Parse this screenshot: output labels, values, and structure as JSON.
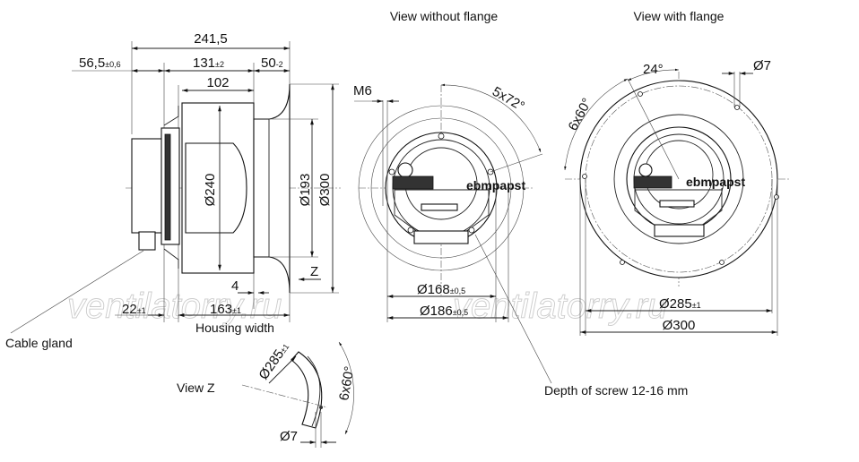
{
  "views": {
    "without_flange_title": "View without flange",
    "with_flange_title": "View with flange",
    "view_z_title": "View Z"
  },
  "side_view": {
    "overall_length": "241,5",
    "motor_protrusion": "56,5",
    "motor_protrusion_tol": "±0,6",
    "housing_depth": "131",
    "housing_depth_tol": "±2",
    "inlet_depth": "50",
    "inlet_depth_tol": "-2",
    "impeller_depth": "102",
    "dia_housing": "Ø240",
    "dia_inlet_inner": "Ø193",
    "dia_inlet_outer": "Ø300",
    "gap": "4",
    "z_marker": "Z",
    "gland_offset": "22",
    "gland_offset_tol": "±1",
    "housing_width": "163",
    "housing_width_tol": "±1",
    "housing_width_label": "Housing width",
    "cable_gland_label": "Cable gland"
  },
  "front_view": {
    "thread": "M6",
    "angle": "5x72°",
    "dia_168": "Ø168",
    "dia_168_tol": "±0,5",
    "dia_186": "Ø186",
    "dia_186_tol": "±0,5",
    "screw_note": "Depth of screw 12-16 mm",
    "logo": "ebmpapst"
  },
  "flange_view": {
    "angle_24": "24°",
    "hole_dia": "Ø7",
    "angle_6x60": "6x60°",
    "bolt_circle": "Ø285",
    "bolt_circle_tol": "±1",
    "outer_dia": "Ø300",
    "logo": "ebmpapst"
  },
  "view_z": {
    "bolt_circle": "Ø285",
    "bolt_circle_tol": "±1",
    "angle": "6x60°",
    "hole_dia": "Ø7"
  },
  "watermark": [
    "ventilatorry.ru",
    "ventilatorry.ru"
  ]
}
